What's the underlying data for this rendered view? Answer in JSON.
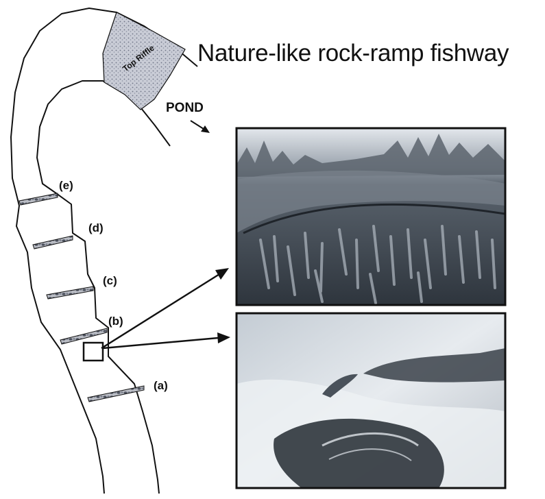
{
  "title": "Nature-like rock-ramp fishway",
  "diagram": {
    "top_riffle_label": "Top Riffle",
    "pond_label": "POND",
    "riffle_labels": [
      "(a)",
      "(b)",
      "(c)",
      "(d)",
      "(e)"
    ]
  },
  "photos": {
    "upper": "underwater-fish-school-photo",
    "lower": "fish-leaping-rapids-photo"
  },
  "colors": {
    "ink": "#111111",
    "photo_dark": "#3c4650",
    "photo_light": "#d6dde4"
  }
}
